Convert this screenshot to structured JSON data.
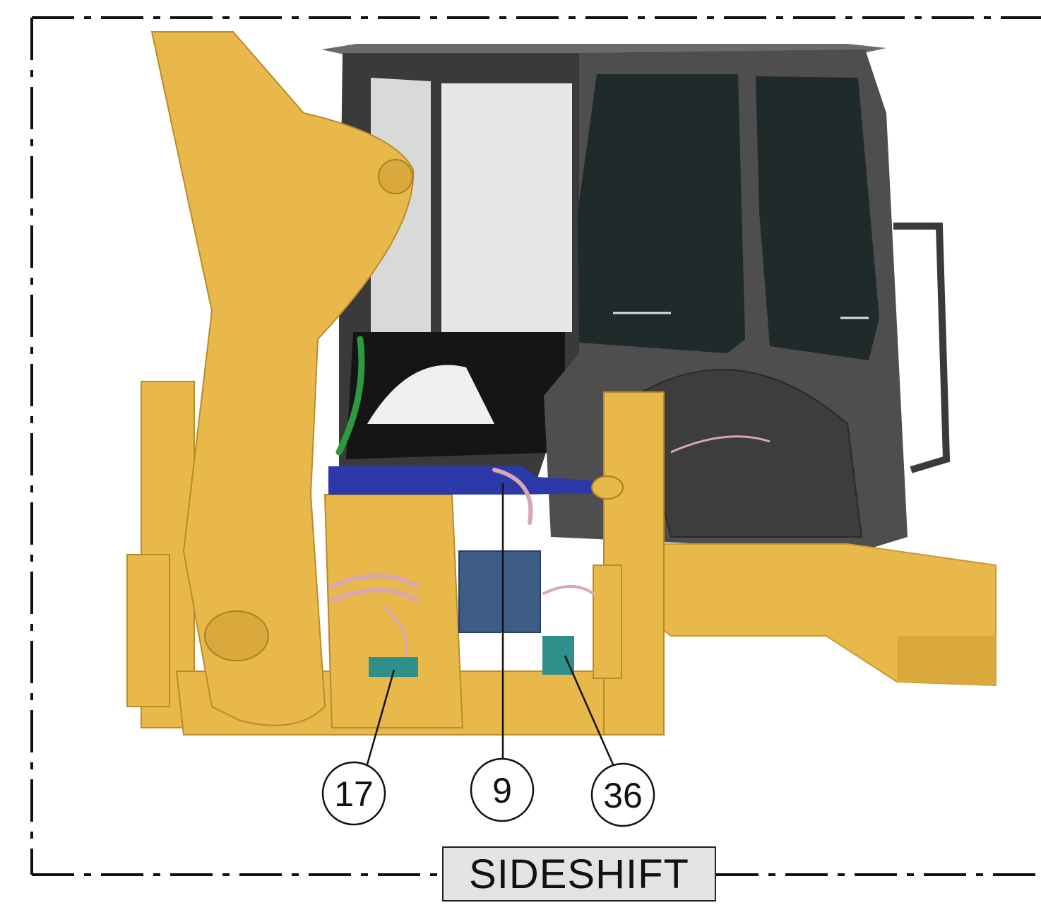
{
  "title": "SIDESHIFT",
  "callouts": [
    {
      "id": "callout-17",
      "number": "17"
    },
    {
      "id": "callout-9",
      "number": "9"
    },
    {
      "id": "callout-36",
      "number": "36"
    }
  ],
  "colors": {
    "machine_yellow": "#E8B84A",
    "cab_gray": "#4a4a4a",
    "glass": "#1f2a2a",
    "cylinder_blue": "#2b3aa8",
    "valve_teal": "#2f8f8a",
    "hose_pink": "#d9a7b3",
    "hose_green": "#2e9a3e",
    "block_blue": "#3d5c86"
  }
}
